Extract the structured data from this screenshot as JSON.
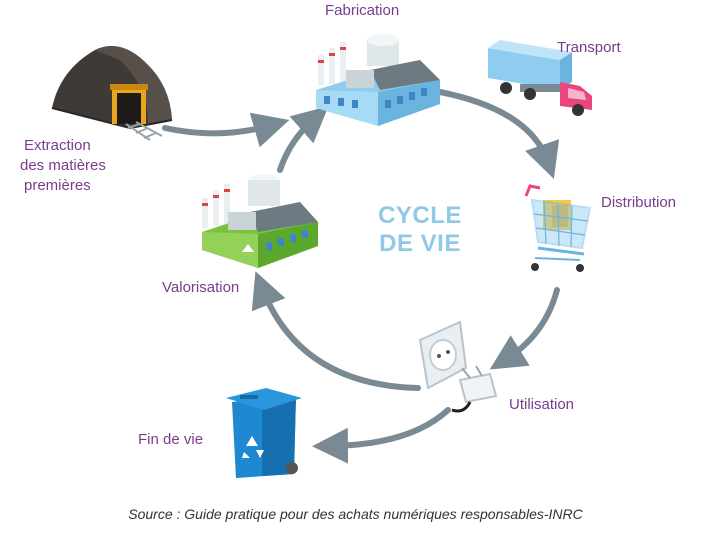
{
  "diagram": {
    "center_title_line1": "CYCLE",
    "center_title_line2": "DE VIE",
    "stages": {
      "fabrication": "Fabrication",
      "transport": "Transport",
      "distribution": "Distribution",
      "utilisation": "Utilisation",
      "fin_de_vie": "Fin de vie",
      "valorisation": "Valorisation",
      "extraction_line1": "Extraction",
      "extraction_line2": "des matières",
      "extraction_line3": "premières"
    }
  },
  "caption": "Source : Guide pratique  pour des achats numériques responsables-INRC",
  "colors": {
    "label": "#7a3c8c",
    "center_title": "#8fc9e6",
    "arrow": "#7a8a94",
    "factory_blue": "#8ecdf0",
    "factory_green": "#7cc242",
    "bin_blue": "#1e88d0",
    "truck_pink": "#e8467c"
  },
  "icons": [
    "mine-icon",
    "factory-icon",
    "truck-icon",
    "shopping-cart-icon",
    "power-plug-icon",
    "recycling-bin-icon",
    "recycling-factory-icon"
  ]
}
